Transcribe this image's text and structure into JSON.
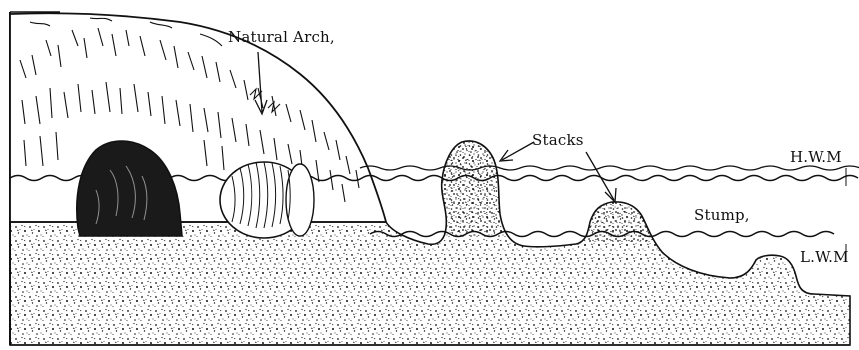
{
  "labels": {
    "natural_arch": "Natural Arch,",
    "stacks": "Stacks",
    "stump": "Stump,",
    "hwm": "H.W.M",
    "lwm": "L.W.M"
  },
  "colors": {
    "ink": "#111111",
    "paper": "#ffffff"
  }
}
